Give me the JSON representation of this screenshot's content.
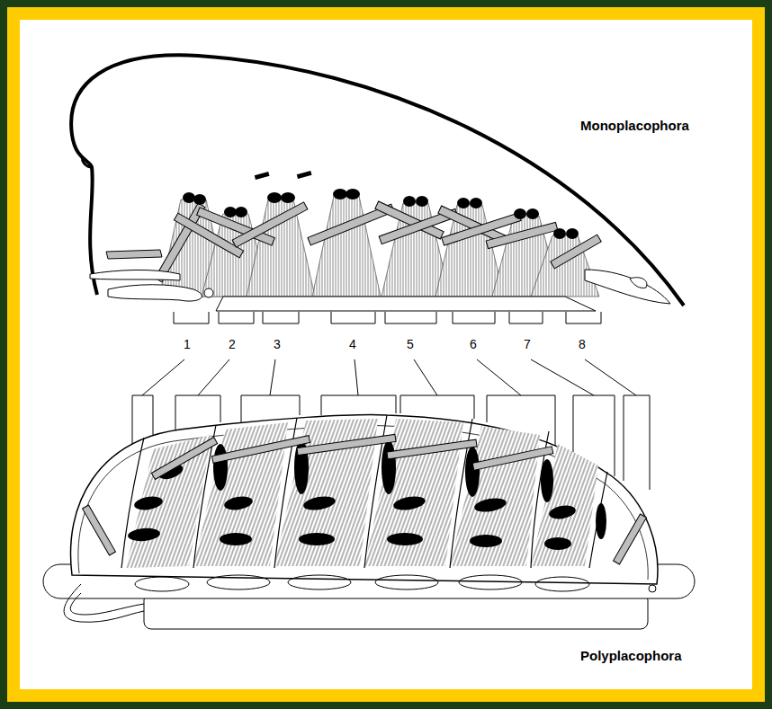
{
  "diagram": {
    "labels": [
      "Monoplacophora",
      "1",
      "2",
      "3",
      "4",
      "5",
      "6",
      "7",
      "8",
      "Polyplacophora"
    ]
  }
}
